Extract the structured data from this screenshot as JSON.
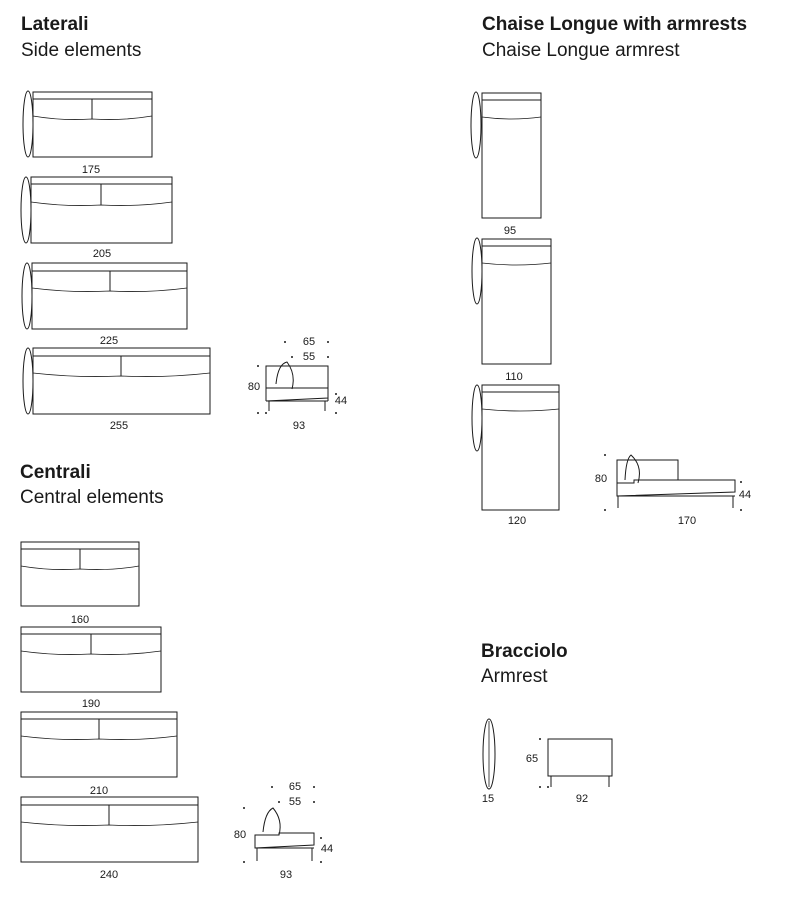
{
  "sections": {
    "laterali": {
      "title": "Laterali",
      "subtitle": "Side elements"
    },
    "centrali": {
      "title": "Centrali",
      "subtitle": "Central elements"
    },
    "chaise": {
      "title": "Chaise Longue with armrests",
      "subtitle": "Chaise Longue armrest"
    },
    "bracciolo": {
      "title": "Bracciolo",
      "subtitle": "Armrest"
    }
  },
  "dimensions": {
    "laterali_widths": [
      "175",
      "205",
      "225",
      "255"
    ],
    "laterali_side": {
      "depth_outer": "65",
      "depth_inner": "55",
      "height": "80",
      "seat": "44",
      "length": "93"
    },
    "centrali_widths": [
      "160",
      "190",
      "210",
      "240"
    ],
    "centrali_side": {
      "depth_outer": "65",
      "depth_inner": "55",
      "height": "80",
      "seat": "44",
      "length": "93"
    },
    "chaise_widths": [
      "95",
      "110",
      "120"
    ],
    "chaise_side": {
      "height": "80",
      "seat": "44",
      "length": "170"
    },
    "bracciolo": {
      "thickness": "15",
      "height": "65",
      "length": "92"
    }
  }
}
